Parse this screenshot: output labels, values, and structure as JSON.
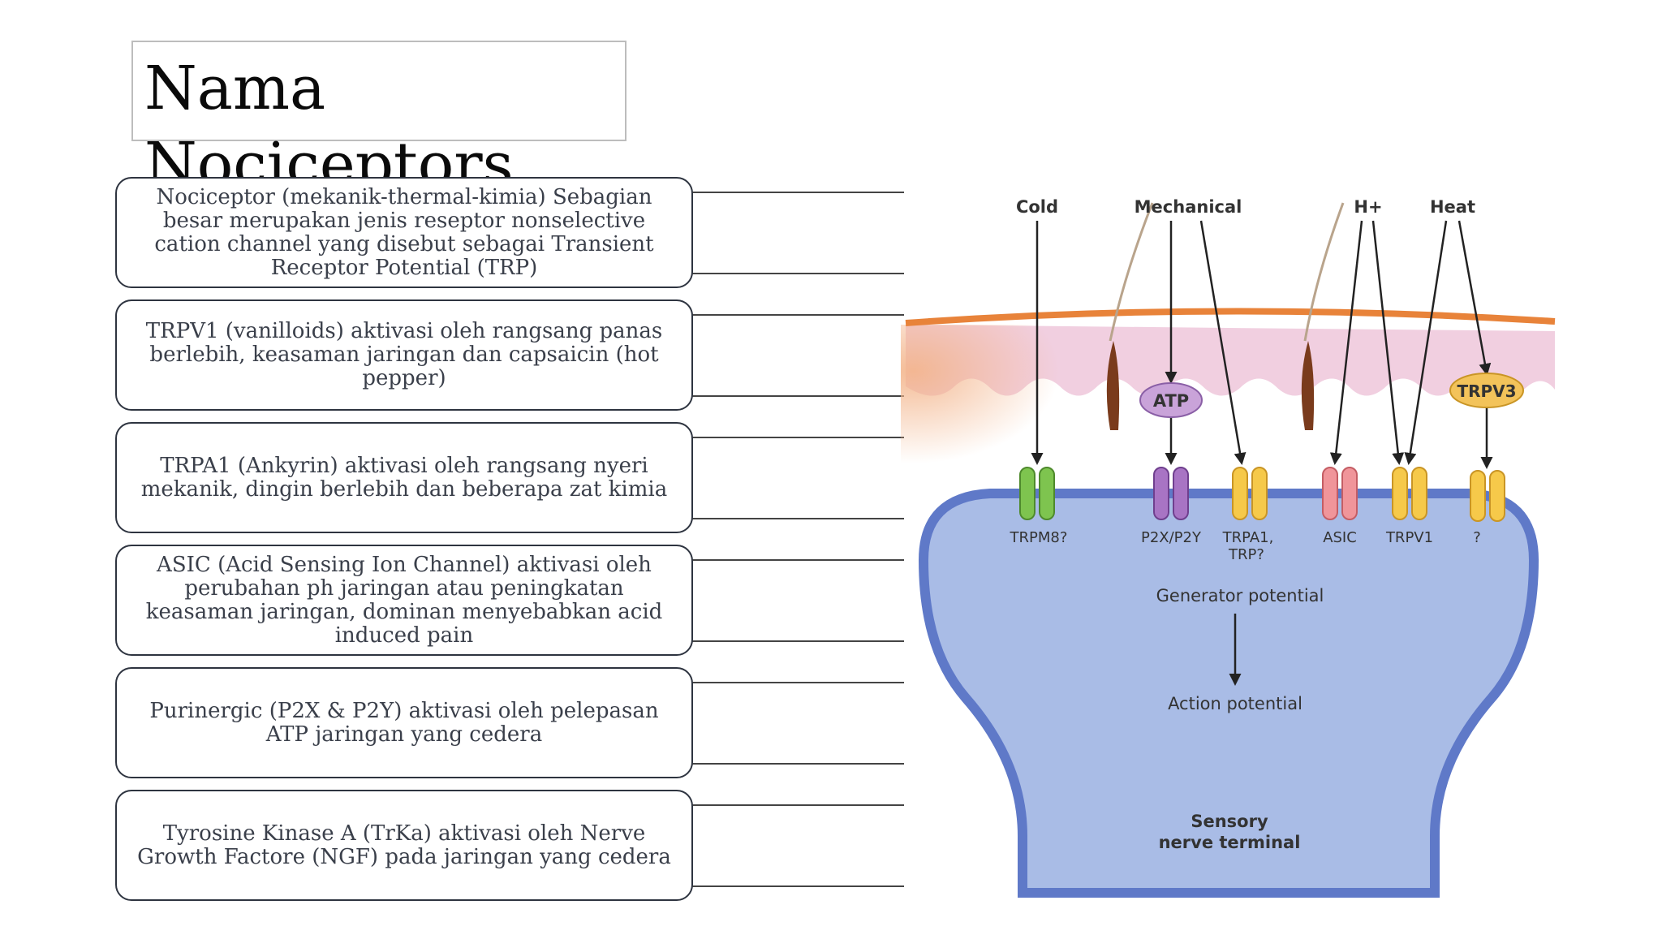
{
  "slide": {
    "title": "Nama Nociceptors",
    "receptors": [
      "Nociceptor (mekanik-thermal-kimia) Sebagian besar merupakan jenis reseptor nonselective cation channel yang disebut sebagai Transient Receptor Potential (TRP)",
      "TRPV1 (vanilloids) aktivasi oleh rangsang panas berlebih, keasaman jaringan dan capsaicin (hot pepper)",
      "TRPA1 (Ankyrin) aktivasi oleh rangsang nyeri mekanik, dingin berlebih dan beberapa zat kimia",
      "ASIC (Acid Sensing Ion Channel) aktivasi oleh perubahan ph jaringan atau peningkatan keasaman jaringan, dominan menyebabkan acid induced pain",
      "Purinergic (P2X & P2Y) aktivasi oleh pelepasan ATP jaringan yang cedera",
      "Tyrosine Kinase A (TrKa) aktivasi oleh Nerve Growth Factore (NGF) pada jaringan yang cedera"
    ]
  },
  "diagram": {
    "stimuli": {
      "cold": "Cold",
      "mechanical": "Mechanical",
      "h_plus": "H+",
      "heat": "Heat"
    },
    "mediators": {
      "atp": "ATP",
      "trpv3": "TRPV3"
    },
    "channels": {
      "trpm8": "TRPM8?",
      "p2x": "P2X/P2Y",
      "trpa1_line1": "TRPA1,",
      "trpa1_line2": "TRP?",
      "asic": "ASIC",
      "trpv1": "TRPV1",
      "unknown": "?"
    },
    "generator": "Generator potential",
    "action": "Action potential",
    "terminal_line1": "Sensory",
    "terminal_line2": "nerve terminal",
    "colors": {
      "skin_orange": "#e8833a",
      "skin_pink": "#f1cfe0",
      "membrane": "#5f79c8",
      "cytoplasm": "#a9bce6",
      "trpm8": "#7ec44f",
      "p2x": "#a874c4",
      "trp_yellow": "#f6c94a",
      "asic": "#f0959a",
      "atp_oval": "#c9a3d9",
      "trpv3_oval": "#f3c35a"
    }
  }
}
